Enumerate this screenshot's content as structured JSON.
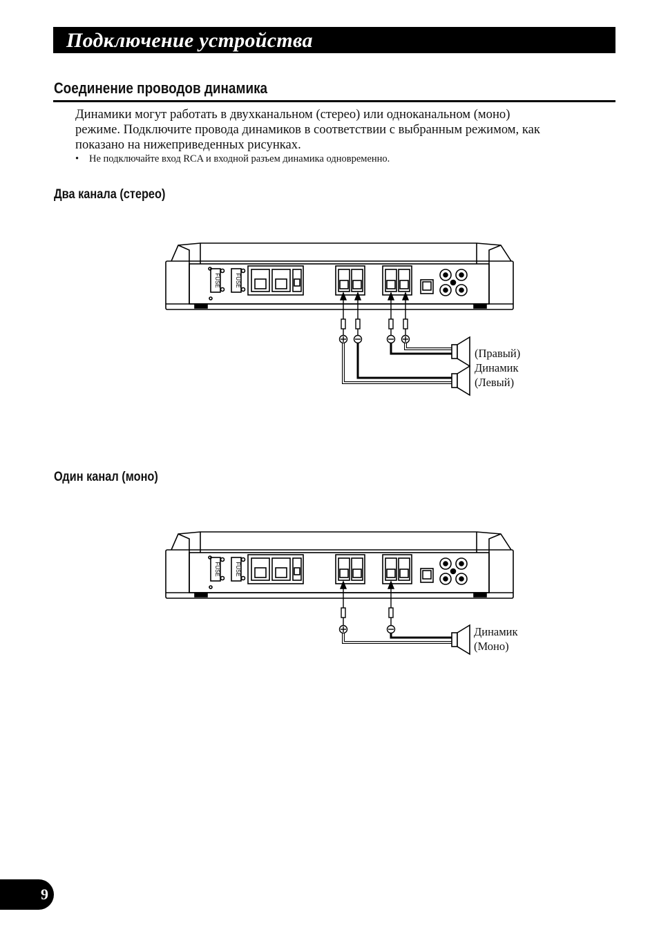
{
  "header": {
    "title": "Подключение устройства"
  },
  "section": {
    "heading": "Соединение проводов динамика",
    "intro_lines": [
      "Динамики могут работать в двухканальном (стерео) или одноканальном (моно)",
      "режиме. Подключите провода динамиков в соответствии с выбранным режимом, как",
      "показано на нижеприведенных рисунках."
    ],
    "bullet": "Не подключайте вход RCA и входной разъем динамика одновременно."
  },
  "stereo": {
    "heading": "Два канала (стерео)",
    "fuse_labels": [
      "FUSE",
      "FUSE"
    ],
    "speaker_label": [
      "(Правый)",
      "Динамик",
      "(Левый)"
    ]
  },
  "mono": {
    "heading": "Один канал (моно)",
    "fuse_labels": [
      "FUSE",
      "FUSE"
    ],
    "speaker_label": [
      "Динамик",
      "(Моно)"
    ]
  },
  "footer": {
    "page_number": "9"
  }
}
